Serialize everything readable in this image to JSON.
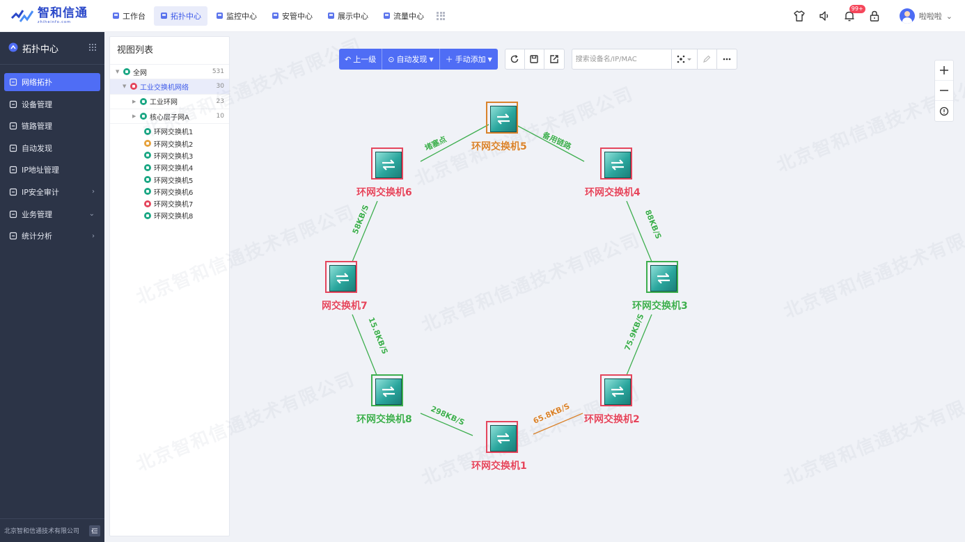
{
  "brand": {
    "name": "智和信通",
    "subtitle": "zhiheinfo.com",
    "logo_color": "#2a48c9"
  },
  "topnav": [
    {
      "label": "工作台",
      "icon": "home-icon",
      "active": false
    },
    {
      "label": "拓扑中心",
      "icon": "topology-icon",
      "active": true
    },
    {
      "label": "监控中心",
      "icon": "monitor-icon",
      "active": false
    },
    {
      "label": "安管中心",
      "icon": "shield-icon",
      "active": false
    },
    {
      "label": "展示中心",
      "icon": "display-icon",
      "active": false
    },
    {
      "label": "流量中心",
      "icon": "flow-icon",
      "active": false
    }
  ],
  "header_right": {
    "notification_badge": "99+",
    "user_name": "啦啦啦"
  },
  "sidebar": {
    "title": "拓扑中心",
    "items": [
      {
        "label": "网络拓扑",
        "icon": "topology-icon",
        "active": true,
        "arrow": ""
      },
      {
        "label": "设备管理",
        "icon": "device-icon",
        "active": false,
        "arrow": ""
      },
      {
        "label": "链路管理",
        "icon": "link-icon",
        "active": false,
        "arrow": ""
      },
      {
        "label": "自动发现",
        "icon": "discover-icon",
        "active": false,
        "arrow": ""
      },
      {
        "label": "IP地址管理",
        "icon": "ip-icon",
        "active": false,
        "arrow": ""
      },
      {
        "label": "IP安全审计",
        "icon": "audit-icon",
        "active": false,
        "arrow": "›"
      },
      {
        "label": "业务管理",
        "icon": "business-icon",
        "active": false,
        "arrow": "⌄"
      },
      {
        "label": "统计分析",
        "icon": "stats-icon",
        "active": false,
        "arrow": "›"
      }
    ],
    "footer": "北京智和信通技术有限公司"
  },
  "tree": {
    "title": "视图列表",
    "rows": [
      {
        "label": "全网",
        "count": "531",
        "level": 0,
        "caret": "▼",
        "color": "#1ba784",
        "selected": false
      },
      {
        "label": "工业交换机网络",
        "count": "30",
        "level": 1,
        "caret": "▼",
        "color": "#e4455c",
        "selected": true
      },
      {
        "label": "工业环网",
        "count": "23",
        "level": 2,
        "caret": "▶",
        "color": "#1ba784",
        "selected": false
      },
      {
        "label": "核心层子网A",
        "count": "10",
        "level": 2,
        "caret": "▶",
        "color": "#1ba784",
        "selected": false
      }
    ],
    "leaves": [
      {
        "label": "环网交换机1",
        "color": "#1ba784"
      },
      {
        "label": "环网交换机2",
        "color": "#e6a23c"
      },
      {
        "label": "环网交换机3",
        "color": "#1ba784"
      },
      {
        "label": "环网交换机4",
        "color": "#1ba784"
      },
      {
        "label": "环网交换机5",
        "color": "#1ba784"
      },
      {
        "label": "环网交换机6",
        "color": "#1ba784"
      },
      {
        "label": "环网交换机7",
        "color": "#e4455c"
      },
      {
        "label": "环网交换机8",
        "color": "#1ba784"
      }
    ]
  },
  "toolbar": {
    "up_label": "上一级",
    "auto_label": "自动发现",
    "manual_label": "手动添加",
    "search_placeholder": "搜索设备名/IP/MAC"
  },
  "watermark": "北京智和信通技术有限公司",
  "topology": {
    "devices": [
      {
        "id": "s1",
        "label": "环网交换机1",
        "status_color": "#e4455c",
        "label_color": "#e4455c"
      },
      {
        "id": "s2",
        "label": "环网交换机2",
        "status_color": "#e4455c",
        "label_color": "#e4455c"
      },
      {
        "id": "s3",
        "label": "环网交换机3",
        "status_color": "#3dae4e",
        "label_color": "#3dae4e"
      },
      {
        "id": "s4",
        "label": "环网交换机4",
        "status_color": "#e4455c",
        "label_color": "#e4455c"
      },
      {
        "id": "s5",
        "label": "环网交换机5",
        "status_color": "#d9822b",
        "label_color": "#d9822b"
      },
      {
        "id": "s6",
        "label": "环网交换机6",
        "status_color": "#e4455c",
        "label_color": "#e4455c"
      },
      {
        "id": "s7",
        "label": "网交换机7",
        "status_color": "#e4455c",
        "label_color": "#e4455c"
      },
      {
        "id": "s8",
        "label": "环网交换机8",
        "status_color": "#3dae4e",
        "label_color": "#3dae4e"
      }
    ],
    "links": [
      {
        "from": "s5",
        "to": "s6",
        "label": "堵塞点",
        "color": "#3dae4e"
      },
      {
        "from": "s5",
        "to": "s4",
        "label": "备用链路",
        "color": "#3dae4e"
      },
      {
        "from": "s6",
        "to": "s7",
        "label": "58KB/S",
        "color": "#3dae4e"
      },
      {
        "from": "s4",
        "to": "s3",
        "label": "88KB/S",
        "color": "#3dae4e"
      },
      {
        "from": "s7",
        "to": "s8",
        "label": "15.8KB/S",
        "color": "#3dae4e"
      },
      {
        "from": "s3",
        "to": "s2",
        "label": "75.9KB/S",
        "color": "#3dae4e"
      },
      {
        "from": "s8",
        "to": "s1",
        "label": "298KB/S",
        "color": "#3dae4e"
      },
      {
        "from": "s2",
        "to": "s1",
        "label": "65.8KB/S",
        "color": "#d9822b"
      }
    ]
  }
}
